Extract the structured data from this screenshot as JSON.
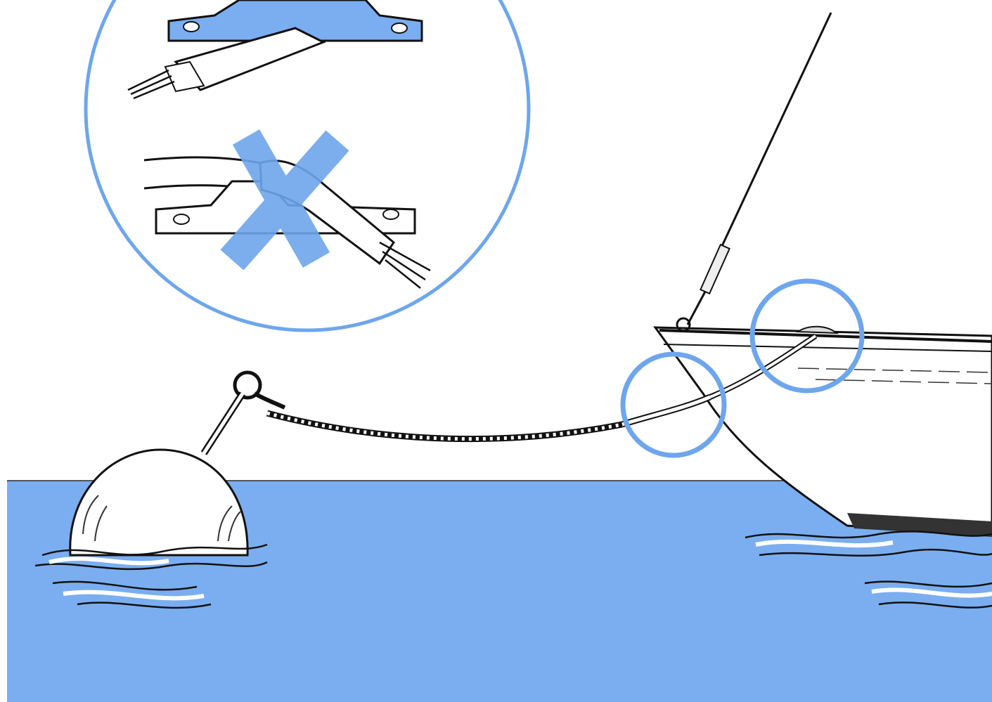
{
  "scene": {
    "elements": [
      "inset-circle",
      "correct-chafe-protected-chock",
      "incorrect-unprotected-chock",
      "cross-mark",
      "sea",
      "mooring-buoy",
      "mooring-line",
      "boat-bow",
      "forestay",
      "highlight-circle-chock",
      "highlight-circle-stem"
    ]
  },
  "colors": {
    "accent_blue": "#6ea6ec",
    "water_blue": "#7aaef0",
    "ink": "#111111",
    "paper": "#ffffff"
  }
}
